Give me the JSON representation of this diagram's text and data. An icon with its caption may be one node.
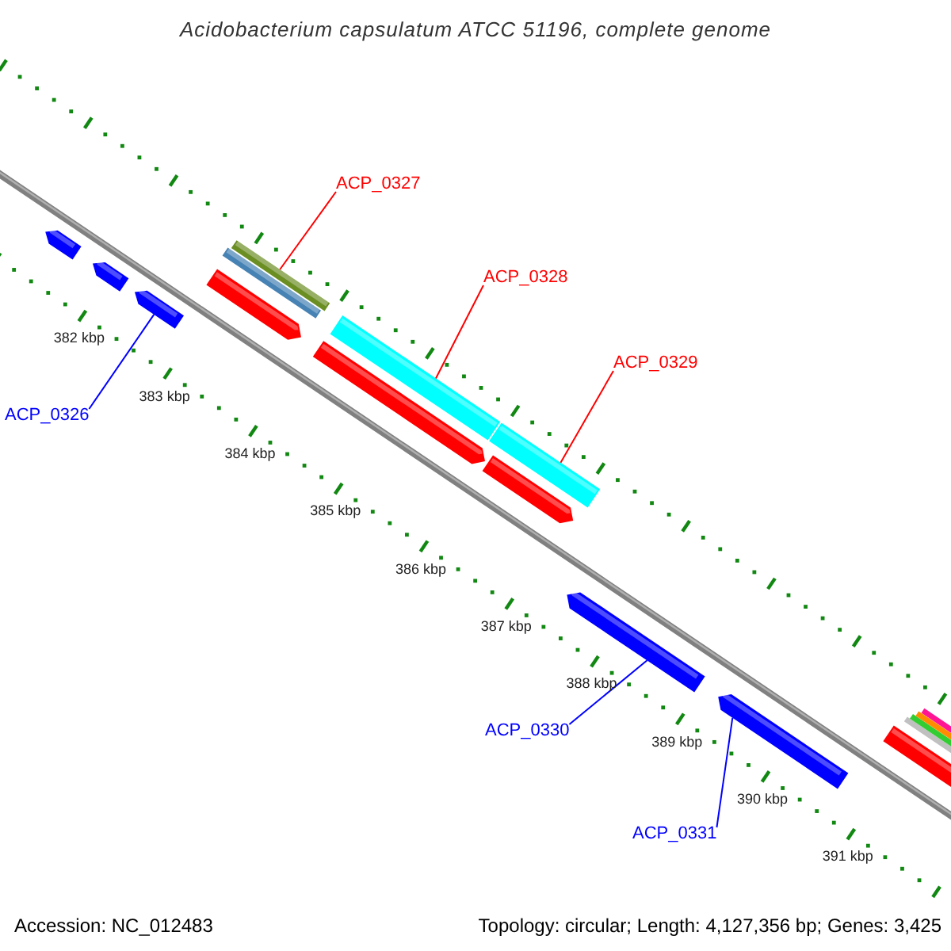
{
  "diagram": {
    "title": "Acidobacterium capsulatum ATCC 51196, complete genome",
    "nodes": [
      {
        "text": [
          "ACP_0326"
        ]
      },
      {
        "text": [
          "ACP_0327"
        ]
      },
      {
        "text": [
          "ACP_0328"
        ]
      },
      {
        "text": [
          "ACP_0329"
        ]
      },
      {
        "text": [
          "ACP_0330"
        ]
      },
      {
        "text": [
          "ACP_0331"
        ]
      },
      {
        "text": [],
        "shape": "bar"
      },
      {
        "text": [],
        "shape": "bar"
      },
      {
        "text": [],
        "shape": "bar"
      },
      {
        "text": [],
        "shape": "bar"
      },
      {
        "text": [],
        "shape": "bar"
      },
      {
        "text": [],
        "shape": "bar"
      },
      {
        "text": [],
        "shape": "bar"
      },
      {
        "text": [],
        "shape": "bar"
      },
      {
        "text": [],
        "shape": "bar"
      },
      {
        "text": [],
        "shape": "bar"
      },
      {
        "text": [],
        "shape": "bar"
      },
      {
        "text": [],
        "shape": "bar"
      },
      {
        "text": [],
        "shape": "bar"
      },
      {
        "text": [],
        "shape": "bar"
      },
      {
        "text": [],
        "shape": "bar"
      },
      {
        "text": [],
        "shape": "bar"
      },
      {
        "text": [],
        "shape": "bar"
      }
    ],
    "edges": [
      {
        "from": 0,
        "to": 8,
        "arrow": "none",
        "color": "#0000ff"
      },
      {
        "from": 1,
        "to": 11,
        "arrow": "none",
        "color": "#ff0000"
      },
      {
        "from": 2,
        "to": 13,
        "arrow": "none",
        "color": "#ff0000"
      },
      {
        "from": 3,
        "to": 14,
        "arrow": "none",
        "color": "#ff0000"
      },
      {
        "from": 4,
        "to": 16,
        "arrow": "none",
        "color": "#0000ff"
      },
      {
        "from": 5,
        "to": 17,
        "arrow": "none",
        "color": "#0000ff"
      }
    ],
    "labels": [
      "382 kbp",
      "383 kbp",
      "384 kbp",
      "385 kbp",
      "386 kbp",
      "387 kbp",
      "388 kbp",
      "389 kbp",
      "390 kbp",
      "391 kbp",
      "Accession: NC_012483",
      "Topology: circular; Length: 4,127,356 bp; Genes: 3,425"
    ]
  }
}
